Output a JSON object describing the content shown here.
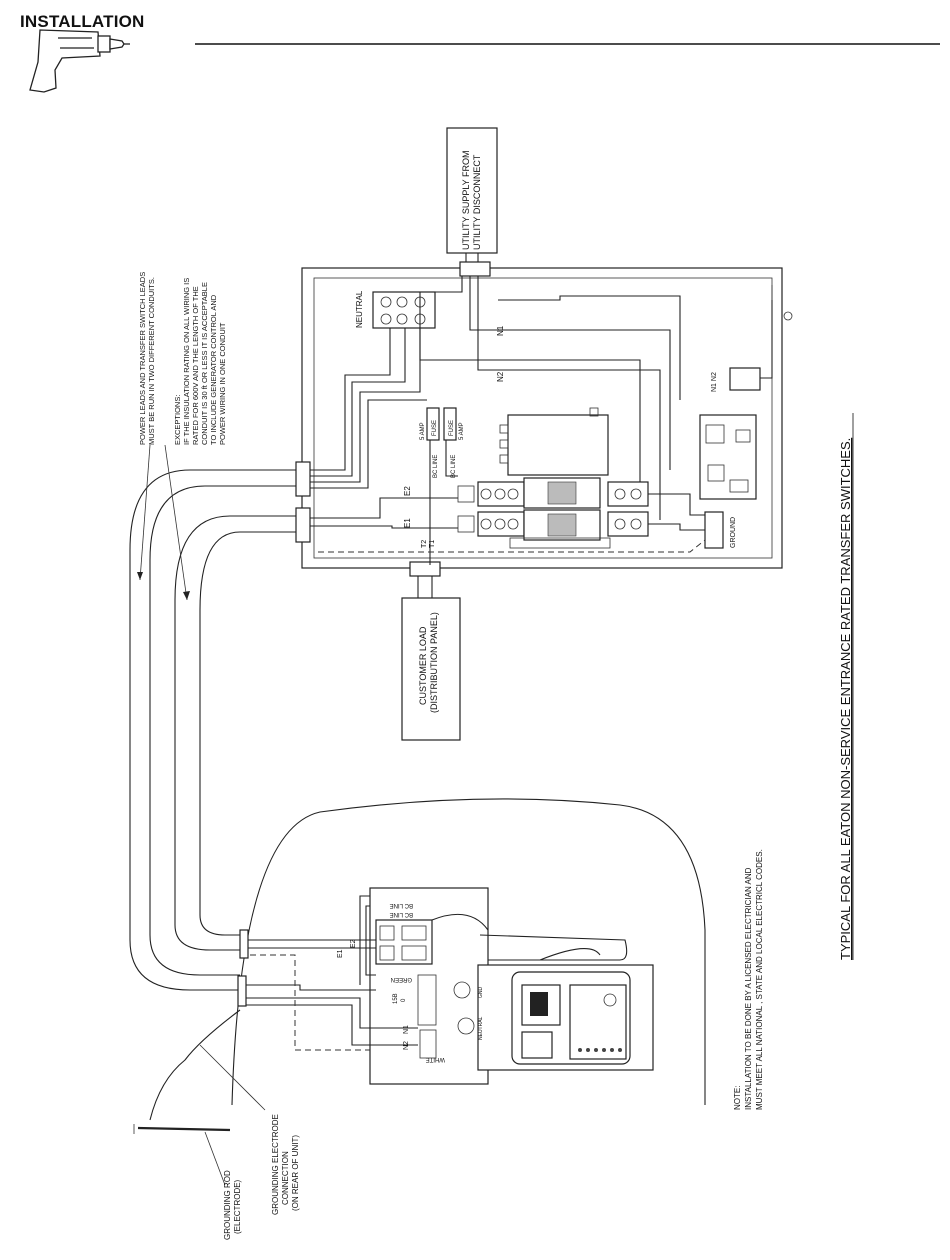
{
  "header": {
    "title": "INSTALLATION",
    "icon": "drill-icon"
  },
  "labels": {
    "utility_supply": [
      "UTILITY SUPPLY FROM",
      "UTILITY DISCONNECT"
    ],
    "customer_load": [
      "CUSTOMER LOAD",
      "(DISTRIBUTION PANEL)"
    ],
    "neutral": "NEUTRAL",
    "n1": "N1",
    "n2": "N2",
    "n1n2": "N1 N2",
    "e1": "E1",
    "e2": "E2",
    "t1": "T1",
    "t2": "T2",
    "ground": "GROUND",
    "fuse": "FUSE",
    "five_amp": "5 AMP",
    "bc_line": "BC LINE",
    "green": "GREEN",
    "white": "WHITE",
    "t0": "0",
    "t15b": "15B",
    "gen_label": "GND",
    "neutral_small": "NEUTRAL",
    "grounding_rod": [
      "GROUNDING ROD",
      "(ELECTRODE)"
    ],
    "grounding_connection": [
      "GROUNDING ELECTRODE",
      "CONNECTION",
      "(ON REAR OF UNIT)"
    ]
  },
  "notes": {
    "power_leads": [
      "POWER LEADS AND TRANSFER SWITCH LEADS",
      "MUST BE RUN IN TWO DIFFERENT CONDUITS."
    ],
    "exceptions": [
      "EXCEPTIONS:",
      "IF THE INSULATION RATING ON ALL WIRING IS",
      "RATED FOR 600V AND THE LENGTH OF THE",
      "CONDUIT IS 30 ft OR LESS IT IS ACCEPTABLE",
      "TO INCLUDE GENERATOR CONTROL AND",
      "POWER WIRING IN ONE CONDUIT"
    ],
    "install_note": [
      "NOTE:",
      "INSTALLATION TO BE DONE BY A LICENSED ELECTRICIAN AND",
      "MUST MEET ALL NATIONAL , STATE AND LOCAL ELECTRICL CODES."
    ],
    "typical": "TYPICAL FOR ALL EATON NON-SERVICE ENTRANCE RATED TRANSFER SWITCHES."
  }
}
